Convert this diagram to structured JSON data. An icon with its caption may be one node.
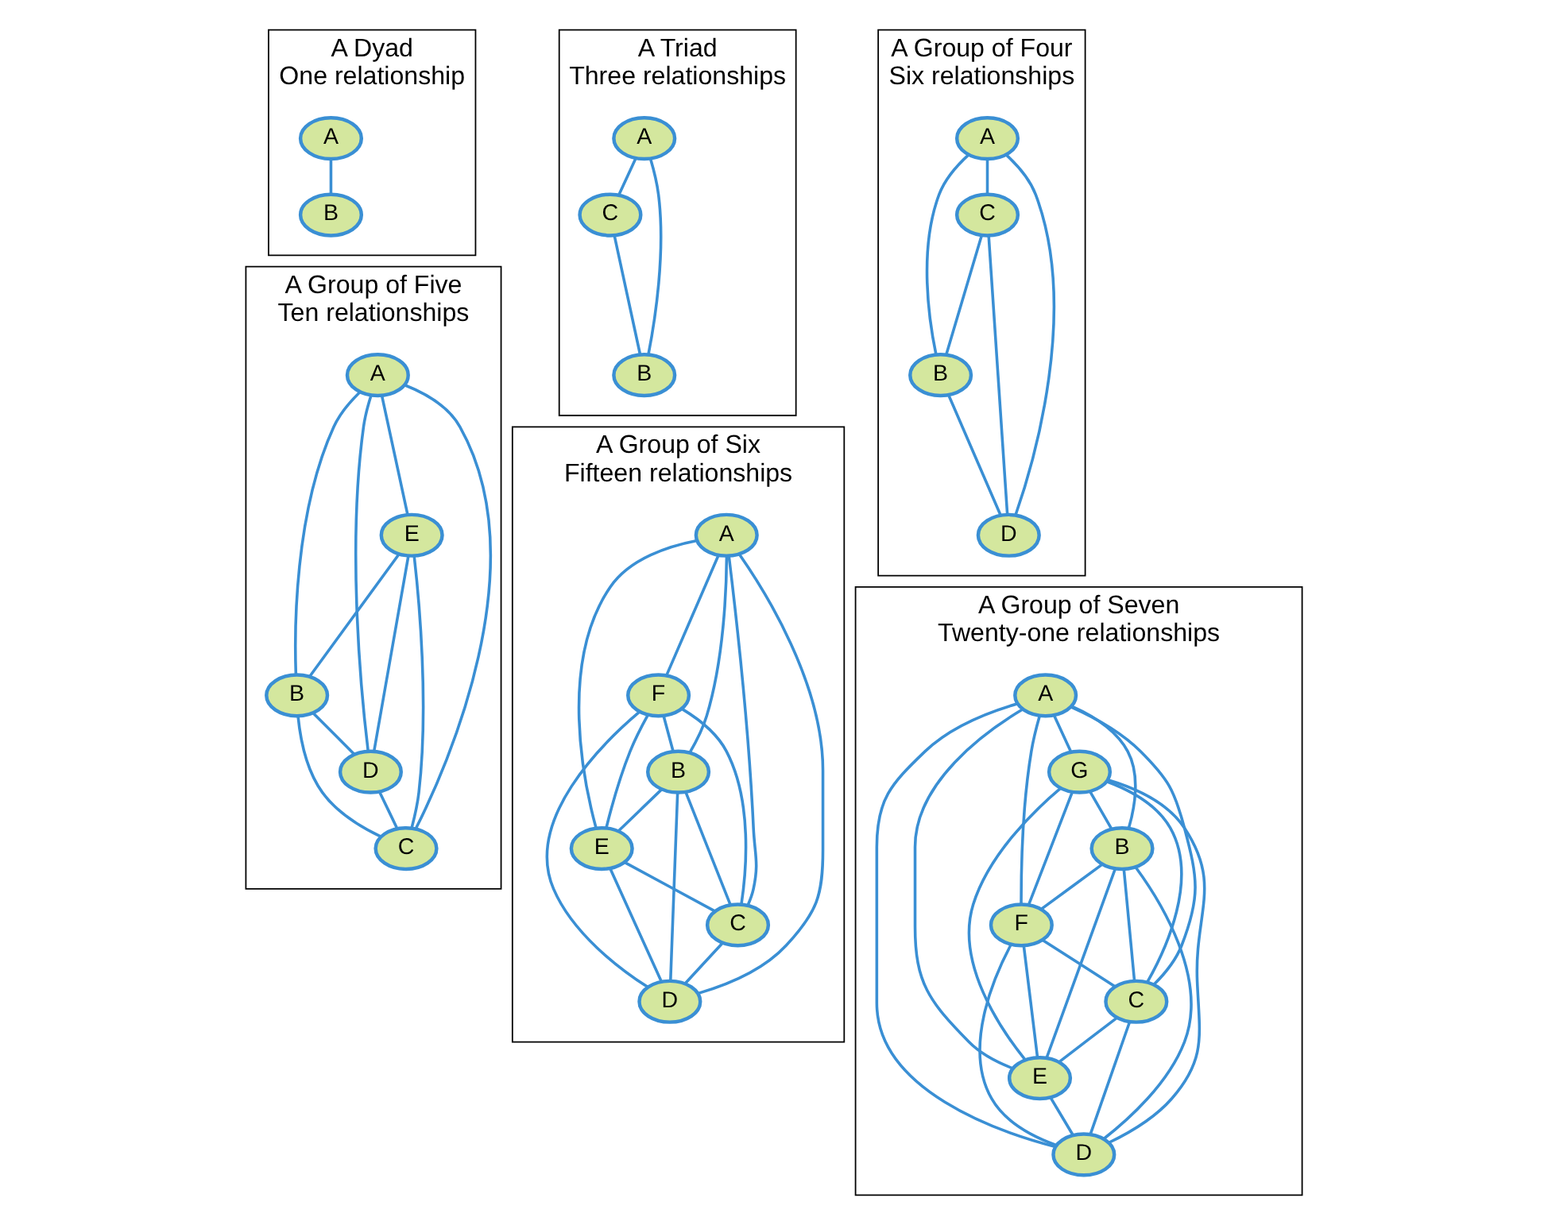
{
  "diagram": {
    "nodes": [
      {
        "text": [
          "A Dyad",
          "One relationship"
        ]
      },
      {
        "text": [
          "A"
        ],
        "in": 0
      },
      {
        "text": [
          "B"
        ],
        "in": 0
      },
      {
        "text": [
          "A Triad",
          "Three relationships"
        ]
      },
      {
        "text": [
          "A"
        ],
        "in": 3
      },
      {
        "text": [
          "C"
        ],
        "in": 3
      },
      {
        "text": [
          "B"
        ],
        "in": 3
      },
      {
        "text": [
          "A Group of Four",
          "Six relationships"
        ]
      },
      {
        "text": [
          "A"
        ],
        "in": 7
      },
      {
        "text": [
          "C"
        ],
        "in": 7
      },
      {
        "text": [
          "B"
        ],
        "in": 7
      },
      {
        "text": [
          "D"
        ],
        "in": 7
      },
      {
        "text": [
          "A Group of Five",
          "Ten relationships"
        ]
      },
      {
        "text": [
          "A"
        ],
        "in": 12
      },
      {
        "text": [
          "E"
        ],
        "in": 12
      },
      {
        "text": [
          "B"
        ],
        "in": 12
      },
      {
        "text": [
          "D"
        ],
        "in": 12
      },
      {
        "text": [
          "C"
        ],
        "in": 12
      },
      {
        "text": [
          "A Group of Six",
          "Fifteen relationships"
        ]
      },
      {
        "text": [
          "A"
        ],
        "in": 18
      },
      {
        "text": [
          "F"
        ],
        "in": 18
      },
      {
        "text": [
          "B"
        ],
        "in": 18
      },
      {
        "text": [
          "E"
        ],
        "in": 18
      },
      {
        "text": [
          "C"
        ],
        "in": 18
      },
      {
        "text": [
          "D"
        ],
        "in": 18
      },
      {
        "text": [
          "A Group of Seven",
          "Twenty-one relationships"
        ]
      },
      {
        "text": [
          "A"
        ],
        "in": 25
      },
      {
        "text": [
          "G"
        ],
        "in": 25
      },
      {
        "text": [
          "B"
        ],
        "in": 25
      },
      {
        "text": [
          "F"
        ],
        "in": 25
      },
      {
        "text": [
          "C"
        ],
        "in": 25
      },
      {
        "text": [
          "E"
        ],
        "in": 25
      },
      {
        "text": [
          "D"
        ],
        "in": 25
      }
    ],
    "edges": [
      {
        "from": 1,
        "to": 2,
        "arrow": "none"
      },
      {
        "from": 4,
        "to": 5,
        "arrow": "none"
      },
      {
        "from": 4,
        "to": 6,
        "arrow": "none"
      },
      {
        "from": 5,
        "to": 6,
        "arrow": "none"
      },
      {
        "from": 8,
        "to": 9,
        "arrow": "none"
      },
      {
        "from": 8,
        "to": 10,
        "arrow": "none"
      },
      {
        "from": 8,
        "to": 11,
        "arrow": "none"
      },
      {
        "from": 9,
        "to": 10,
        "arrow": "none"
      },
      {
        "from": 9,
        "to": 11,
        "arrow": "none"
      },
      {
        "from": 10,
        "to": 11,
        "arrow": "none"
      },
      {
        "from": 13,
        "to": 14,
        "arrow": "none"
      },
      {
        "from": 13,
        "to": 15,
        "arrow": "none"
      },
      {
        "from": 13,
        "to": 16,
        "arrow": "none"
      },
      {
        "from": 13,
        "to": 17,
        "arrow": "none"
      },
      {
        "from": 14,
        "to": 15,
        "arrow": "none"
      },
      {
        "from": 14,
        "to": 16,
        "arrow": "none"
      },
      {
        "from": 14,
        "to": 17,
        "arrow": "none"
      },
      {
        "from": 15,
        "to": 16,
        "arrow": "none"
      },
      {
        "from": 15,
        "to": 17,
        "arrow": "none"
      },
      {
        "from": 16,
        "to": 17,
        "arrow": "none"
      },
      {
        "from": 19,
        "to": 20,
        "arrow": "none"
      },
      {
        "from": 19,
        "to": 21,
        "arrow": "none"
      },
      {
        "from": 19,
        "to": 22,
        "arrow": "none"
      },
      {
        "from": 19,
        "to": 23,
        "arrow": "none"
      },
      {
        "from": 19,
        "to": 24,
        "arrow": "none"
      },
      {
        "from": 20,
        "to": 21,
        "arrow": "none"
      },
      {
        "from": 20,
        "to": 22,
        "arrow": "none"
      },
      {
        "from": 20,
        "to": 23,
        "arrow": "none"
      },
      {
        "from": 20,
        "to": 24,
        "arrow": "none"
      },
      {
        "from": 21,
        "to": 22,
        "arrow": "none"
      },
      {
        "from": 21,
        "to": 23,
        "arrow": "none"
      },
      {
        "from": 21,
        "to": 24,
        "arrow": "none"
      },
      {
        "from": 22,
        "to": 23,
        "arrow": "none"
      },
      {
        "from": 22,
        "to": 24,
        "arrow": "none"
      },
      {
        "from": 23,
        "to": 24,
        "arrow": "none"
      },
      {
        "from": 26,
        "to": 27,
        "arrow": "none"
      },
      {
        "from": 26,
        "to": 28,
        "arrow": "none"
      },
      {
        "from": 26,
        "to": 29,
        "arrow": "none"
      },
      {
        "from": 26,
        "to": 30,
        "arrow": "none"
      },
      {
        "from": 26,
        "to": 31,
        "arrow": "none"
      },
      {
        "from": 26,
        "to": 32,
        "arrow": "none"
      },
      {
        "from": 27,
        "to": 28,
        "arrow": "none"
      },
      {
        "from": 27,
        "to": 29,
        "arrow": "none"
      },
      {
        "from": 27,
        "to": 30,
        "arrow": "none"
      },
      {
        "from": 27,
        "to": 31,
        "arrow": "none"
      },
      {
        "from": 27,
        "to": 32,
        "arrow": "none"
      },
      {
        "from": 28,
        "to": 29,
        "arrow": "none"
      },
      {
        "from": 28,
        "to": 30,
        "arrow": "none"
      },
      {
        "from": 28,
        "to": 31,
        "arrow": "none"
      },
      {
        "from": 28,
        "to": 32,
        "arrow": "none"
      },
      {
        "from": 29,
        "to": 30,
        "arrow": "none"
      },
      {
        "from": 29,
        "to": 31,
        "arrow": "none"
      },
      {
        "from": 29,
        "to": 32,
        "arrow": "none"
      },
      {
        "from": 30,
        "to": 31,
        "arrow": "none"
      },
      {
        "from": 30,
        "to": 32,
        "arrow": "none"
      },
      {
        "from": 31,
        "to": 32,
        "arrow": "none"
      }
    ]
  }
}
